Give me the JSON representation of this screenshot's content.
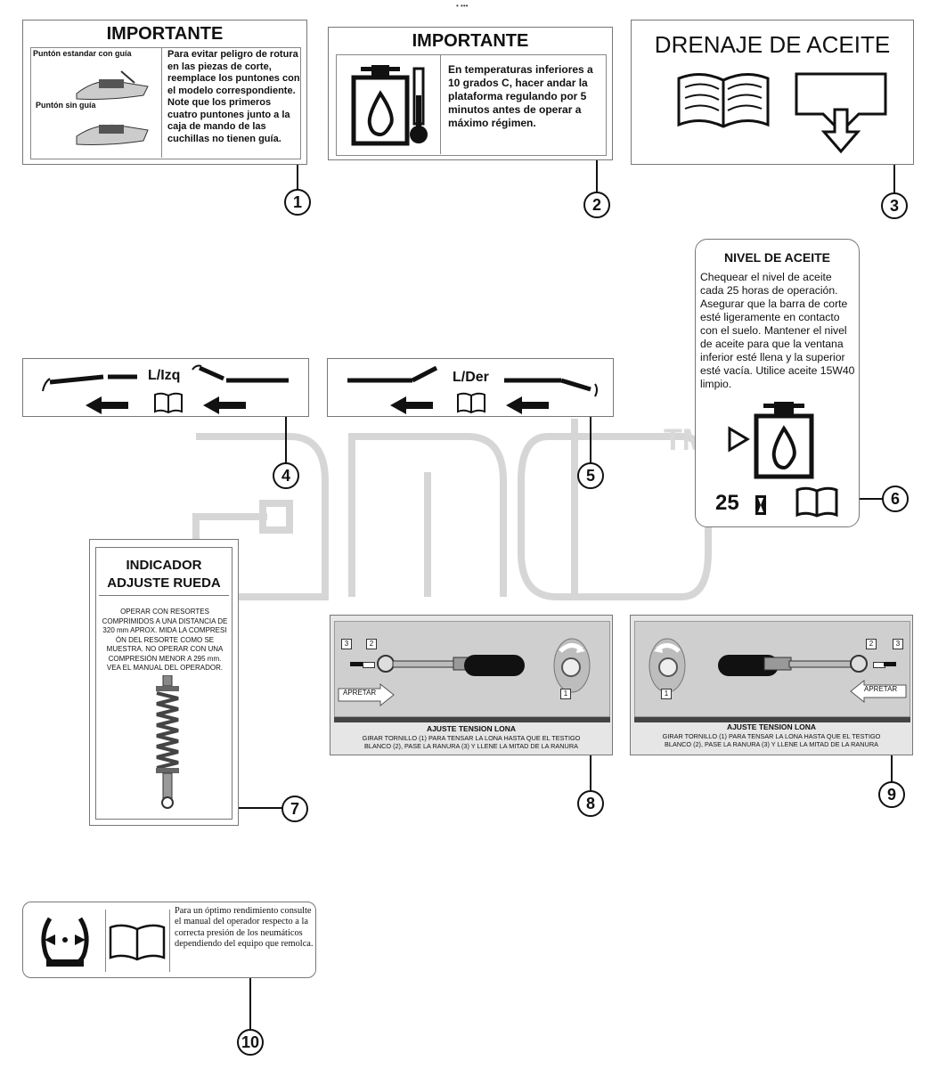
{
  "header_mark": "• •••",
  "watermark": {
    "brand": "amcb",
    "trademark": "TM"
  },
  "labels": {
    "l1": {
      "callout": "1",
      "title": "IMPORTANTE",
      "caption_guide": "Puntón estandar con guía",
      "caption_noguide": "Puntón sin guía",
      "text": "Para evitar peligro de rotura en las piezas de corte, reemplace los puntones con el modelo correspondiente. Note que los primeros cuatro puntones junto a la caja de mando de las cuchillas no tienen guía."
    },
    "l2": {
      "callout": "2",
      "title": "IMPORTANTE",
      "text": "En temperaturas inferiores a 10 grados C, hacer andar la plataforma regulando por 5 minutos antes de operar a máximo régimen."
    },
    "l3": {
      "callout": "3",
      "title": "DRENAJE DE ACEITE"
    },
    "l4": {
      "callout": "4",
      "title": "L/Izq"
    },
    "l5": {
      "callout": "5",
      "title": "L/Der"
    },
    "l6": {
      "callout": "6",
      "title": "NIVEL DE ACEITE",
      "text": "Chequear el nivel de aceite cada 25 horas de operación. Asegurar que la barra de corte esté ligeramente en contacto con el suelo. Mantener el nivel de aceite para que la ventana inferior esté llena y la superior esté vacía. Utilice aceite 15W40 limpio.",
      "hours": "25"
    },
    "l7": {
      "callout": "7",
      "title_line1": "INDICADOR",
      "title_line2": "ADJUSTE RUEDA",
      "text": "OPERAR CON RESORTES COMPRIMIDOS A UNA DISTANCIA DE 320 mm APROX. MIDA LA COMPRESI ÓN DEL RESORTE COMO SE MUESTRA. NO OPERAR CON UNA COMPRESIÓN MENOR A 295 mm. VEA EL MANUAL DEL OPERADOR."
    },
    "l8": {
      "callout": "8",
      "n3": "3",
      "n2": "2",
      "n1": "1",
      "press": "APRETAR",
      "title": "AJUSTE TENSION LONA",
      "text_line1": "GIRAR TORNILLO (1) PARA TENSAR LA LONA HASTA QUE EL TESTIGO",
      "text_line2": "BLANCO (2), PASE LA RANURA (3) Y LLENE LA MITAD DE LA RANURA"
    },
    "l9": {
      "callout": "9",
      "n3": "3",
      "n2": "2",
      "n1": "1",
      "press": "APRETAR",
      "title": "AJUSTE TENSION LONA",
      "text_line1": "GIRAR TORNILLO (1) PARA TENSAR LA LONA HASTA QUE EL TESTIGO",
      "text_line2": "BLANCO (2), PASE LA RANURA (3) Y LLENE LA MITAD DE LA RANURA"
    },
    "l10": {
      "callout": "10",
      "text": "Para un óptimo rendimiento consulte el manual del operador respecto a la correcta presión de los neumáticos dependiendo del equipo que remolca."
    }
  }
}
